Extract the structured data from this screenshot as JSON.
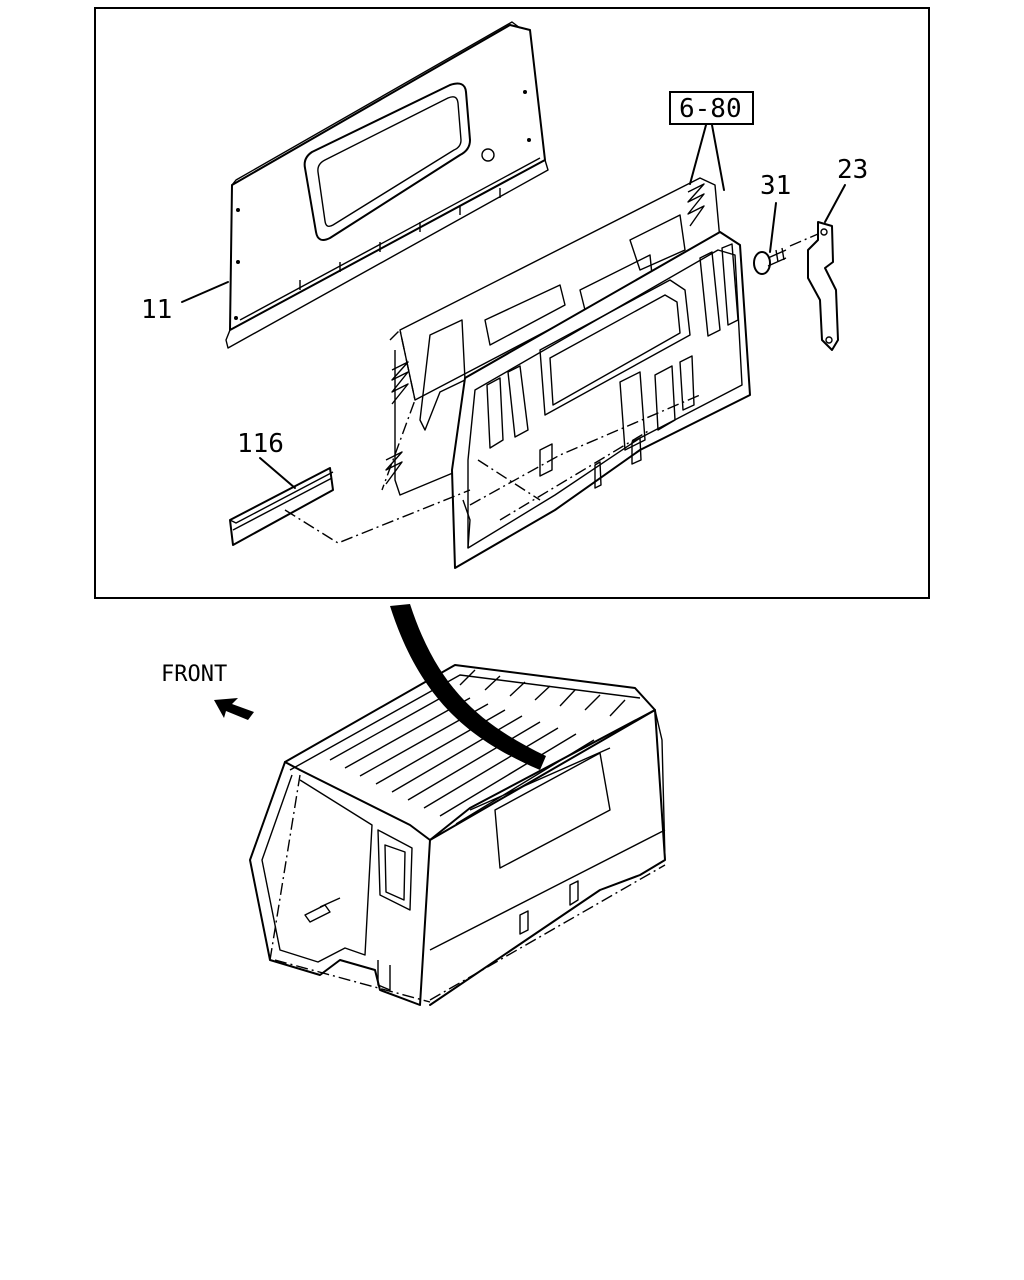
{
  "labels": {
    "part_11": "11",
    "part_116": "116",
    "part_6_80": "6-80",
    "part_31": "31",
    "part_23": "23",
    "front": "FRONT"
  },
  "colors": {
    "line": "#000000",
    "background": "#ffffff"
  },
  "icons": {
    "front_arrow": "arrow-up-left-icon"
  }
}
